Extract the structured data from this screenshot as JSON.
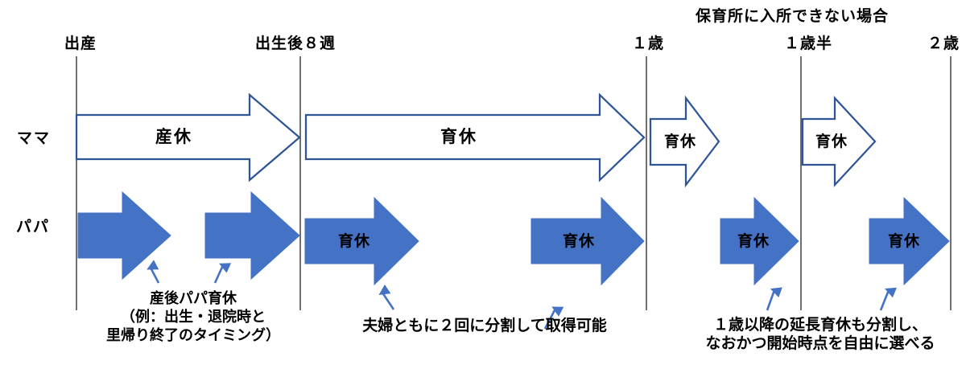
{
  "colors": {
    "solid_arrow": "#4472C4",
    "outline_arrow_border": "#2F5597",
    "outline_arrow_fill": "#FFFFFF",
    "annotation_arrow": "#4472C4",
    "timeline_line": "#404040",
    "text": "#000000"
  },
  "header": {
    "condition_note": "保育所に入所できない場合"
  },
  "milestones": [
    {
      "label": "出産"
    },
    {
      "label": "出生後８週"
    },
    {
      "label": "１歳"
    },
    {
      "label": "１歳半"
    },
    {
      "label": "２歳"
    }
  ],
  "rows": [
    {
      "label": "ママ",
      "arrows": [
        {
          "label": "産休",
          "style": "outline"
        },
        {
          "label": "育休",
          "style": "outline"
        },
        {
          "label": "育休",
          "style": "outline"
        },
        {
          "label": "育休",
          "style": "outline"
        }
      ]
    },
    {
      "label": "パパ",
      "arrows": [
        {
          "label": "",
          "style": "solid"
        },
        {
          "label": "",
          "style": "solid"
        },
        {
          "label": "育休",
          "style": "solid"
        },
        {
          "label": "育休",
          "style": "solid"
        },
        {
          "label": "育休",
          "style": "solid"
        },
        {
          "label": "育休",
          "style": "solid"
        }
      ]
    }
  ],
  "annotations": [
    {
      "lines": [
        "産後パパ育休",
        "（例：出生・退院時と",
        "里帰り終了のタイミング）"
      ]
    },
    {
      "lines": [
        "夫婦ともに２回に分割して取得可能"
      ]
    },
    {
      "lines": [
        "１歳以降の延長育休も分割し、",
        "なおかつ開始時点を自由に選べる"
      ]
    }
  ]
}
